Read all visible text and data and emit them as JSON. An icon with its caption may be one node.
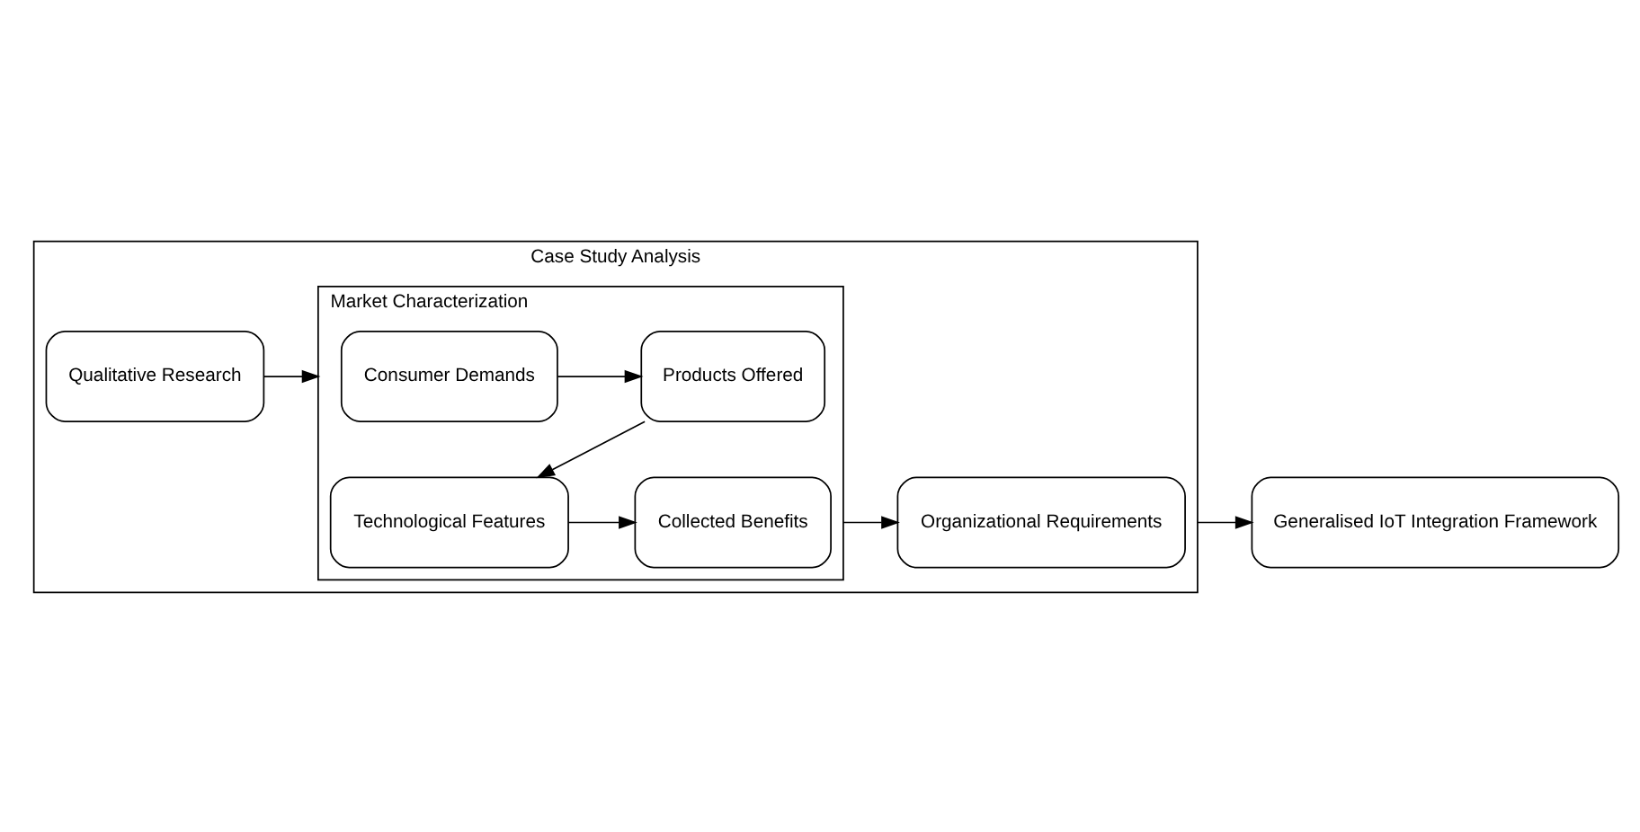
{
  "diagram": {
    "nodes": [
      {
        "text": [
          "Case Study Analysis"
        ]
      },
      {
        "text": [
          "Qualitative Research"
        ],
        "in": 0
      },
      {
        "text": [
          "Market Characterization"
        ],
        "in": 0
      },
      {
        "text": [
          "Consumer Demands"
        ],
        "in": 2
      },
      {
        "text": [
          "Products Offered"
        ],
        "in": 2
      },
      {
        "text": [
          "Technological Features"
        ],
        "in": 2
      },
      {
        "text": [
          "Collected Benefits"
        ],
        "in": 2
      },
      {
        "text": [
          "Organizational Requirements"
        ],
        "in": 0
      },
      {
        "text": [
          "Generalised IoT Integration Framework"
        ]
      }
    ],
    "edges": [
      {
        "from": 1,
        "to": 2,
        "arrow": "to"
      },
      {
        "from": 3,
        "to": 4,
        "arrow": "to"
      },
      {
        "from": 4,
        "to": 5,
        "arrow": "to"
      },
      {
        "from": 5,
        "to": 6,
        "arrow": "to"
      },
      {
        "from": 2,
        "to": 7,
        "arrow": "to"
      },
      {
        "from": 0,
        "to": 8,
        "arrow": "to"
      }
    ]
  }
}
